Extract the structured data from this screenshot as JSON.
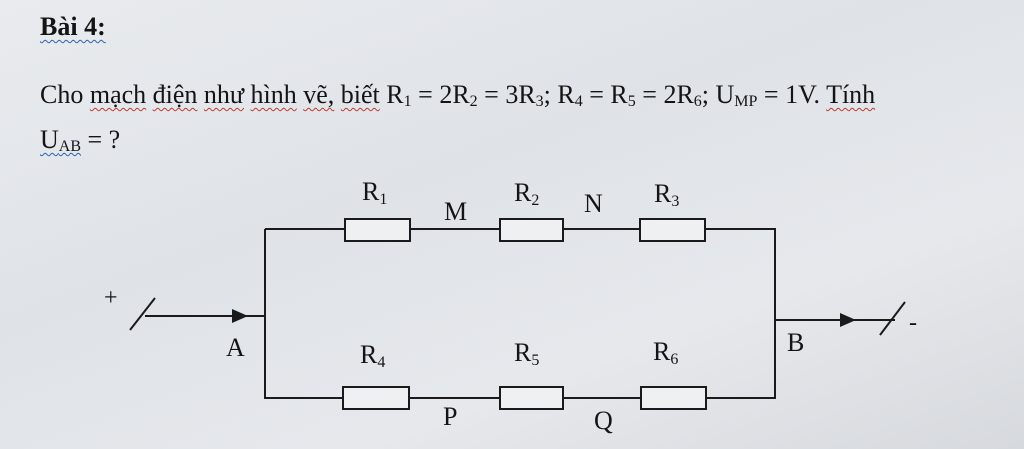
{
  "heading": "Bài 4:",
  "problem": {
    "w_cho": "Cho",
    "w_mach": "mạch",
    "w_dien": "điện",
    "w_nhu": "như",
    "w_hinh": "hình",
    "w_ve": "vẽ,",
    "w_biet": "biết",
    "R": "R",
    "sub1": "1",
    "sub2": "2",
    "sub3": "3",
    "sub4": "4",
    "sub5": "5",
    "sub6": "6",
    "eq": "=",
    "two": "2",
    "three": "3",
    "semi": ";",
    "U": "U",
    "sub_mp": "MP",
    "val_1v": "1V.",
    "w_tinh": "Tính",
    "sub_ab": "AB",
    "question": "= ?"
  },
  "circuit": {
    "labels": {
      "R1": "R",
      "R1s": "1",
      "R2": "R",
      "R2s": "2",
      "R3": "R",
      "R3s": "3",
      "R4": "R",
      "R4s": "4",
      "R5": "R",
      "R5s": "5",
      "R6": "R",
      "R6s": "6",
      "M": "M",
      "N": "N",
      "P": "P",
      "Q": "Q",
      "A": "A",
      "B": "B",
      "plus": "+",
      "minus": "-"
    }
  }
}
